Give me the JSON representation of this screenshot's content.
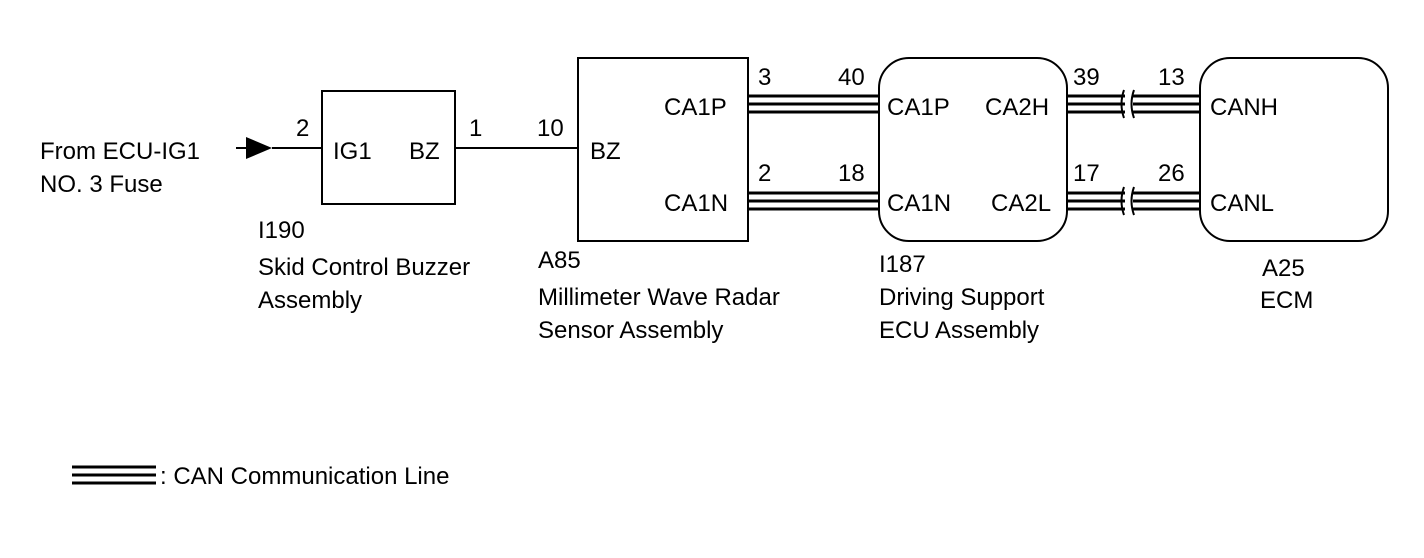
{
  "source": {
    "line1": "From ECU-IG1",
    "line2": "NO. 3 Fuse",
    "pin": "2"
  },
  "buzzer": {
    "code": "I190",
    "name_line1": "Skid Control Buzzer",
    "name_line2": "Assembly",
    "terminal_ig1": "IG1",
    "terminal_bz": "BZ",
    "pin_out": "1"
  },
  "radar": {
    "code": "A85",
    "name_line1": "Millimeter Wave Radar",
    "name_line2": "Sensor Assembly",
    "terminal_bz": "BZ",
    "terminal_ca1p": "CA1P",
    "terminal_ca1n": "CA1N",
    "pin_bz": "10",
    "pin_ca1p": "3",
    "pin_ca1n": "2"
  },
  "driving_ecu": {
    "code": "I187",
    "name_line1": "Driving Support",
    "name_line2": "ECU Assembly",
    "terminal_ca1p": "CA1P",
    "terminal_ca1n": "CA1N",
    "terminal_ca2h": "CA2H",
    "terminal_ca2l": "CA2L",
    "pin_ca1p": "40",
    "pin_ca1n": "18",
    "pin_ca2h": "39",
    "pin_ca2l": "17"
  },
  "ecm": {
    "code": "A25",
    "name": "ECM",
    "terminal_canh": "CANH",
    "terminal_canl": "CANL",
    "pin_canh": "13",
    "pin_canl": "26"
  },
  "legend": {
    "text": ": CAN Communication Line"
  }
}
